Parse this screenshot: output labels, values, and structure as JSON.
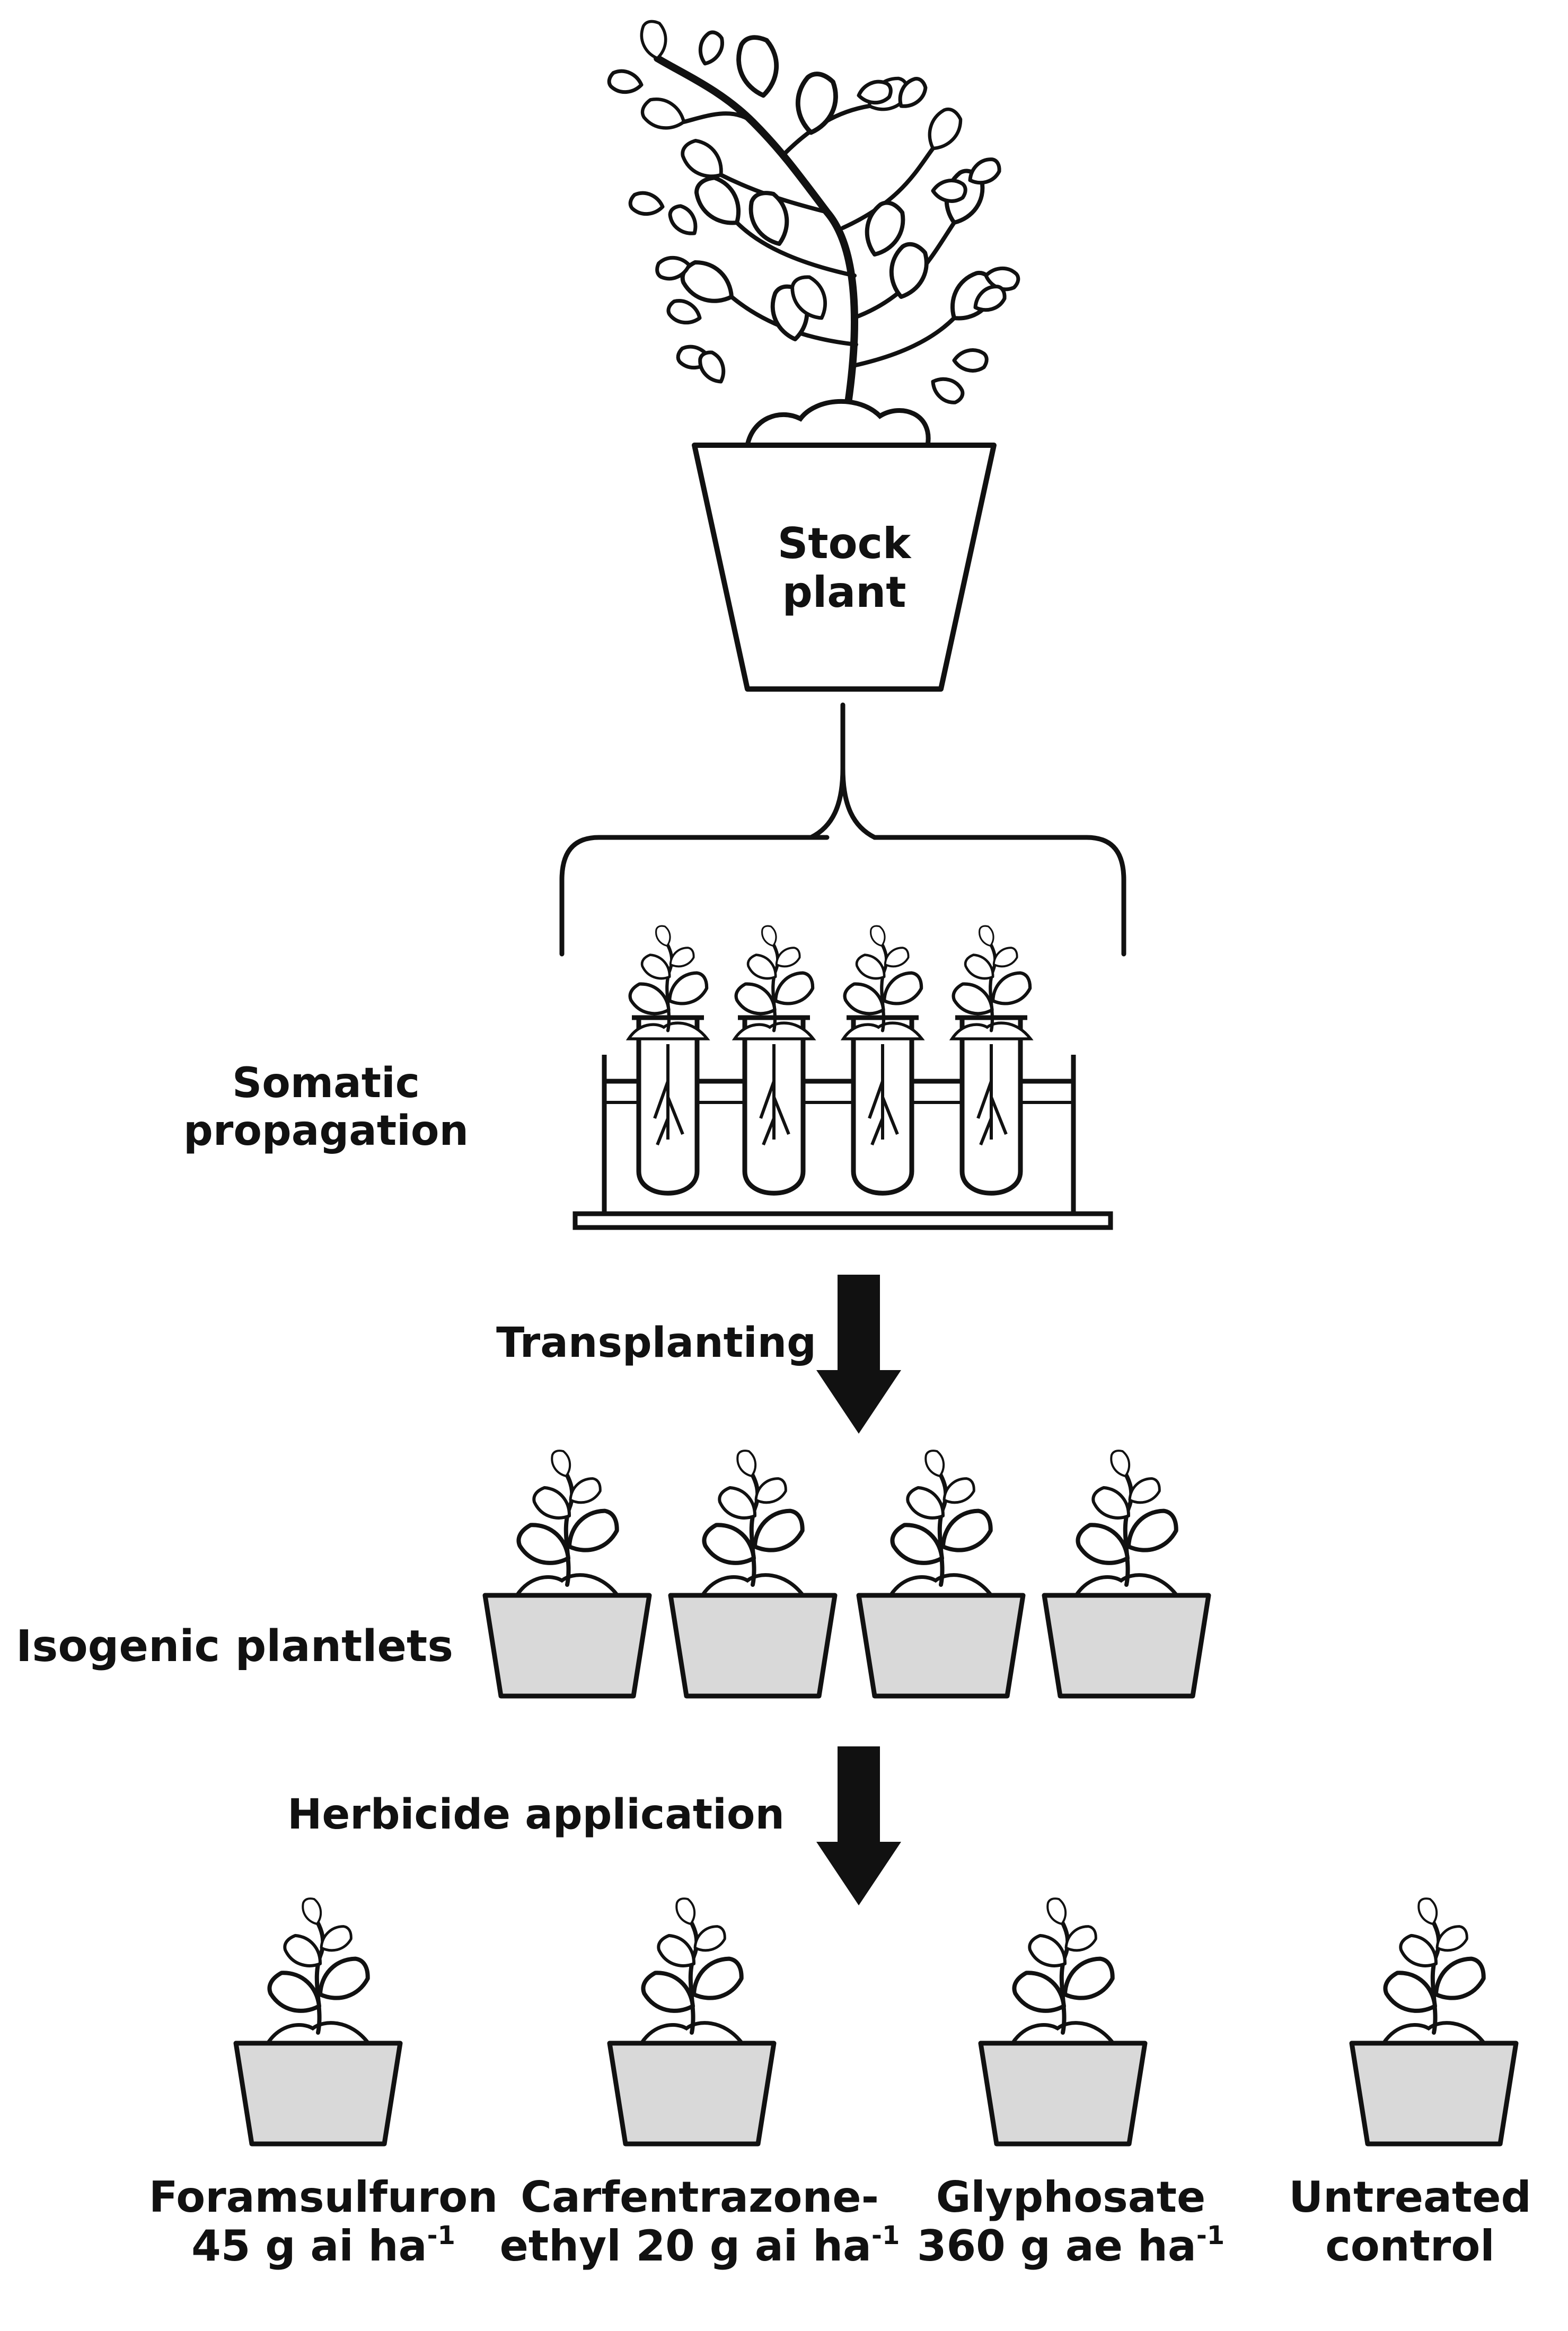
{
  "stock_plant": {
    "line1": "Stock",
    "line2": "plant"
  },
  "steps": {
    "somatic": {
      "line1": "Somatic",
      "line2": "propagation"
    },
    "transplanting": "Transplanting",
    "isogenic": "Isogenic plantlets",
    "herbicide": "Herbicide application"
  },
  "treatments": [
    {
      "line1": "Foramsulfuron",
      "line2_pre": "45 g ai ha",
      "sup": "-1"
    },
    {
      "line1": "Carfentrazone-",
      "line2_pre": "ethyl 20 g ai ha",
      "sup": "-1"
    },
    {
      "line1": "Glyphosate",
      "line2_pre": "360 g ae ha",
      "sup": "-1"
    },
    {
      "line1": "Untreated",
      "line2_pre": "control",
      "sup": ""
    }
  ],
  "colors": {
    "ink": "#111111",
    "pot_fill": "#d9d9d9",
    "background": "#ffffff"
  },
  "icons": [
    "stock-plant-icon",
    "test-tube-rack-icon",
    "plantlet-icon",
    "down-arrow-icon"
  ]
}
